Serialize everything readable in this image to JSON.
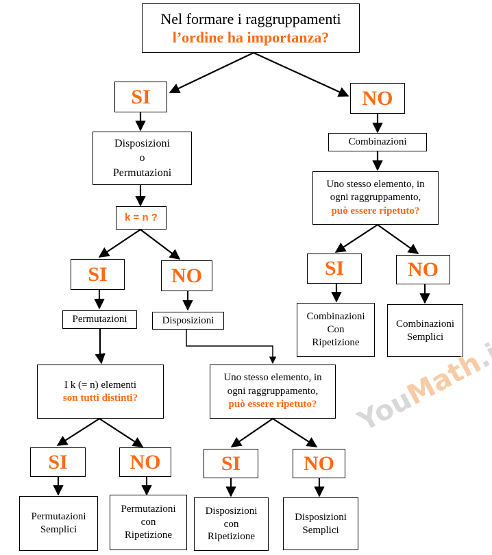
{
  "root": {
    "line1": "Nel formare i raggruppamenti",
    "line2": "l’ordine ha importanza?"
  },
  "level1": {
    "yes": "SI",
    "no": "NO"
  },
  "left": {
    "result": {
      "line1": "Disposizioni",
      "line2": "o",
      "line3": "Permutazioni"
    },
    "question": "k = n ?",
    "yes": "SI",
    "no": "NO",
    "perm": {
      "label": "Permutazioni",
      "question_line1": "I k (= n) elementi",
      "question_line2": "son tutti distinti?",
      "yes": "SI",
      "no": "NO",
      "yes_result": {
        "line1": "Permutazioni",
        "line2": "Semplici"
      },
      "no_result": {
        "line1": "Permutazioni",
        "line2": "con",
        "line3": "Ripetizione"
      }
    },
    "disp": {
      "label": "Disposizioni",
      "question_line1": "Uno stesso elemento, in",
      "question_line2": "ogni raggruppamento,",
      "question_line3": "può essere ripetuto?",
      "yes": "SI",
      "no": "NO",
      "yes_result": {
        "line1": "Disposizioni",
        "line2": "con",
        "line3": "Ripetizione"
      },
      "no_result": {
        "line1": "Disposizioni",
        "line2": "Semplici"
      }
    }
  },
  "right": {
    "label": "Combinazioni",
    "question_line1": "Uno stesso elemento, in",
    "question_line2": "ogni raggruppamento,",
    "question_line3": "può essere ripetuto?",
    "yes": "SI",
    "no": "NO",
    "yes_result": {
      "line1": "Combinazioni",
      "line2": "Con",
      "line3": "Ripetizione"
    },
    "no_result": {
      "line1": "Combinazioni",
      "line2": "Semplici"
    }
  },
  "watermark": {
    "part1": "You",
    "part2": "Math",
    "part3": ".it"
  },
  "colors": {
    "accent": "#ff6a13",
    "line": "#000000",
    "watermark_gray": "#d8d8d8",
    "watermark_orange": "#f7cba6"
  }
}
